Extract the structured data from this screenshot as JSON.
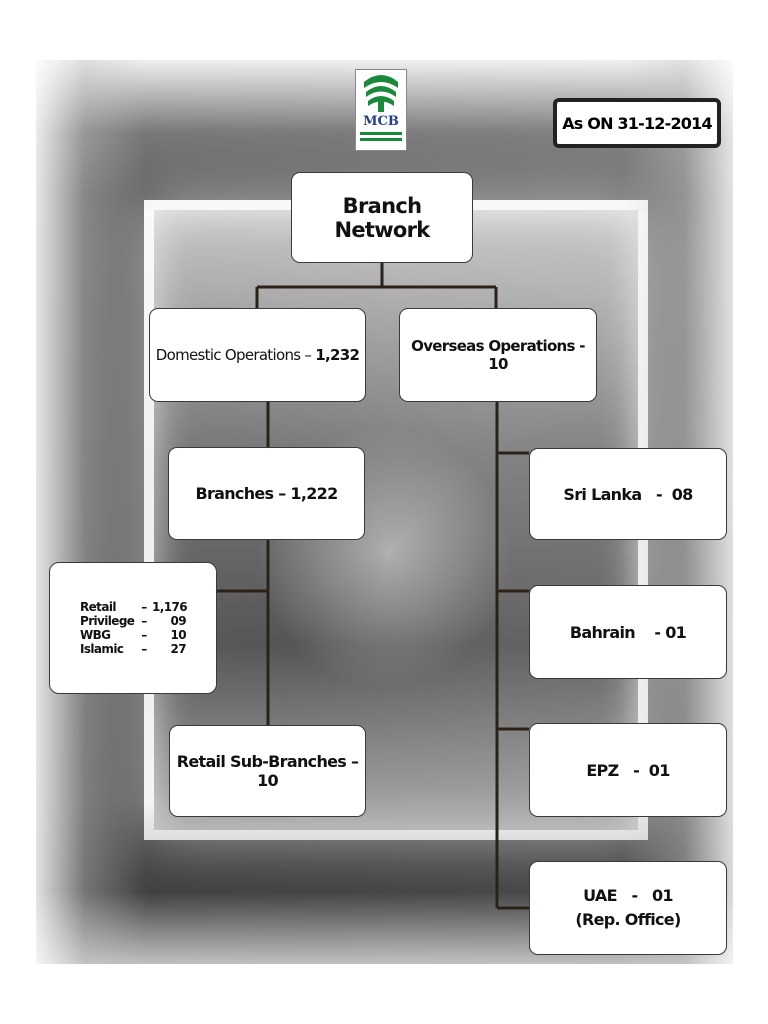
{
  "logo": {
    "text": "MCB",
    "colors": {
      "green": "#1a8a3a",
      "blue": "#1f3f8f"
    }
  },
  "date_label": "As ON 31-12-2014",
  "nodes": {
    "root": "Branch Network",
    "domestic": {
      "label": "Domestic Operations – ",
      "value": "1,232"
    },
    "overseas": "Overseas Operations - 10",
    "branches": "Branches – 1,222",
    "branch_breakdown": [
      {
        "name": "Retail",
        "dash": "–",
        "value": "1,176"
      },
      {
        "name": "Privilege",
        "dash": "–",
        "value": "09"
      },
      {
        "name": "WBG",
        "dash": "–",
        "value": "10"
      },
      {
        "name": "Islamic",
        "dash": "–",
        "value": "27"
      }
    ],
    "retail_sub": "Retail Sub-Branches – 10",
    "sri_lanka": "Sri Lanka   -  08",
    "bahrain": "Bahrain    - 01",
    "epz": "EPZ   -  01",
    "uae": {
      "line1": "UAE   -   01",
      "line2": "(Rep. Office)"
    }
  }
}
